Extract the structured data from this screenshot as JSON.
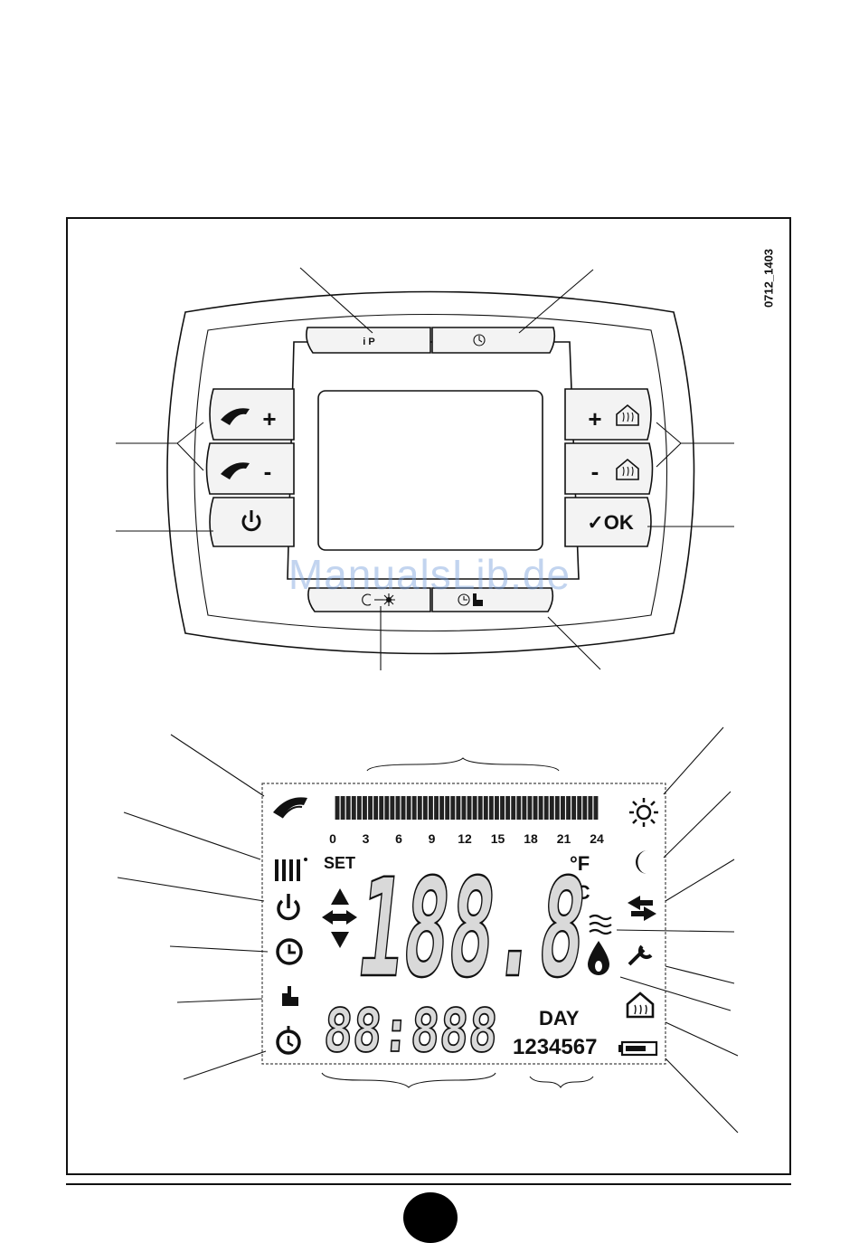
{
  "figure_id": "0712_1403",
  "watermark": "ManualsLib.de",
  "buttons": {
    "top_left_label": "i  P",
    "top_right_icon": "timer-icon",
    "left_plus_label": "+",
    "left_minus_label": "-",
    "right_plus_label": "+",
    "right_minus_label": "-",
    "ok_label": "✓OK",
    "bottom_left_icon": "moon-sun-switch-icon",
    "bottom_right_icon": "clock-hand-icon"
  },
  "lcd": {
    "hours": [
      "0",
      "3",
      "6",
      "9",
      "12",
      "15",
      "18",
      "21",
      "24"
    ],
    "set_label": "SET",
    "unit_f": "°F",
    "unit_c": "°C",
    "main_digits": "188.8",
    "lower_digits": "88:888",
    "day_label": "DAY",
    "day_numbers": "1234567"
  },
  "icons": {
    "left": [
      "tap-icon",
      "radiator-icon",
      "power-icon",
      "clock-icon",
      "hand-icon",
      "timer-icon"
    ],
    "right": [
      "sun-icon",
      "moon-icon",
      "exchange-arrows-icon",
      "heat-waves-icon",
      "wrench-icon",
      "flame-icon",
      "house-heating-icon",
      "battery-icon"
    ]
  }
}
